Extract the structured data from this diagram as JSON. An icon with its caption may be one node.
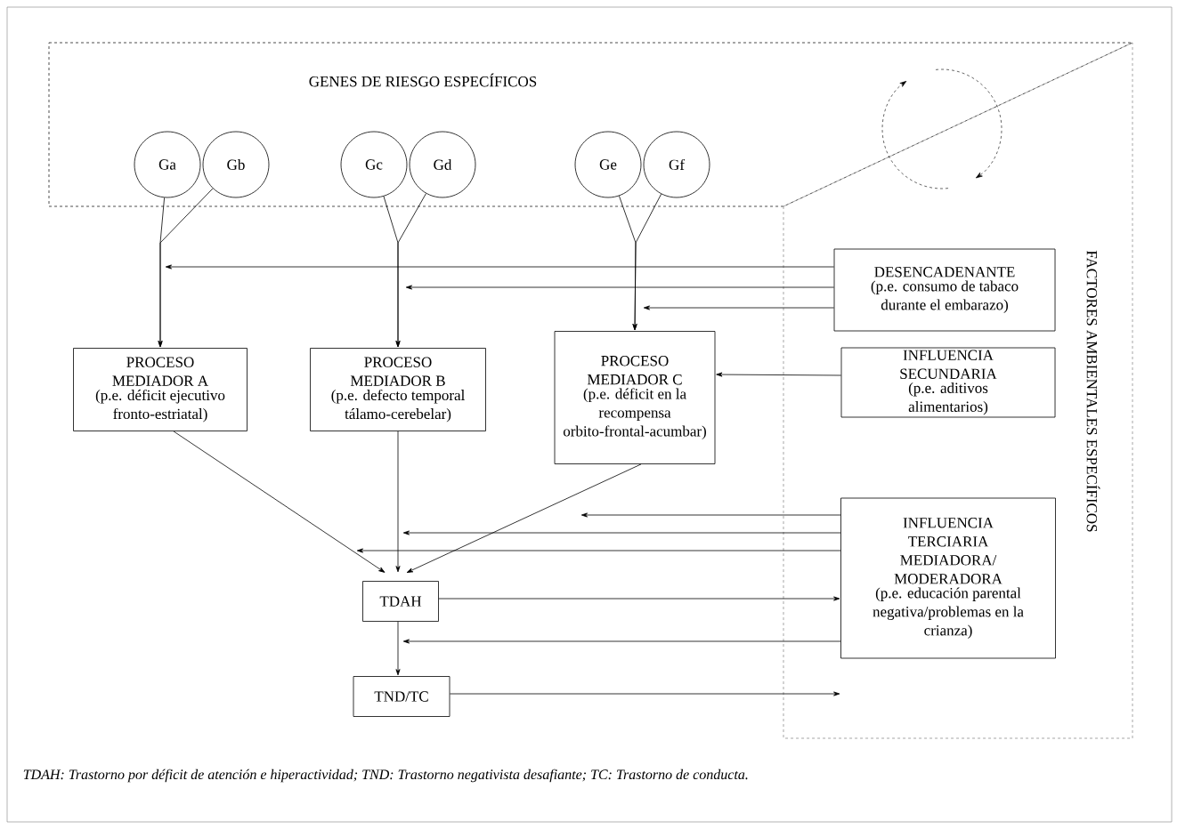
{
  "diagram": {
    "caption": "TDAH: Trastorno por déficit de atención e hiperactividad; TND: Trastorno negativista desafiante; TC: Trastorno de conducta.",
    "nodes": [
      {
        "text": [
          "GENES DE RIESGO ESPECÍFICOS"
        ]
      },
      {
        "text": [
          "Ga"
        ],
        "in": 0
      },
      {
        "text": [
          "Gb"
        ],
        "in": 0
      },
      {
        "text": [
          "Gc"
        ],
        "in": 0
      },
      {
        "text": [
          "Gd"
        ],
        "in": 0
      },
      {
        "text": [
          "Ge"
        ],
        "in": 0
      },
      {
        "text": [
          "Gf"
        ],
        "in": 0
      },
      {
        "text": [
          "FACTORES AMBIENTALES ESPECÍFICOS"
        ]
      },
      {
        "text": [
          "DESENCADENANTE",
          "(p.e. consumo de tabaco durante el embarazo)"
        ],
        "in": 7
      },
      {
        "text": [
          "PROCESO MEDIADOR A",
          "(p.e. déficit ejecutivo fronto-estriatal)"
        ]
      },
      {
        "text": [
          "PROCESO MEDIADOR B",
          "(p.e. defecto temporal tálamo-cerebelar)"
        ]
      },
      {
        "text": [
          "PROCESO MEDIADOR C",
          "(p.e. déficit en la recompensa orbito-frontal-acumbar)"
        ]
      },
      {
        "text": [
          "INFLUENCIA SECUNDARIA",
          "(p.e. aditivos alimentarios)"
        ],
        "in": 7
      },
      {
        "text": [
          "TDAH"
        ]
      },
      {
        "text": [
          "INFLUENCIA TERCIARIA MEDIADORA/MODERADORA",
          "(p.e. educación parental negativa/problemas en la crianza)"
        ],
        "in": 7
      },
      {
        "text": [
          "TND/TC"
        ]
      }
    ],
    "edges": [
      {
        "from": 1,
        "to": 9,
        "arrow": "to"
      },
      {
        "from": 2,
        "to": 9,
        "arrow": "to"
      },
      {
        "from": 3,
        "to": 10,
        "arrow": "to"
      },
      {
        "from": 4,
        "to": 10,
        "arrow": "to"
      },
      {
        "from": 5,
        "to": 11,
        "arrow": "to"
      },
      {
        "from": 6,
        "to": 11,
        "arrow": "to"
      },
      {
        "from": 8,
        "to": null,
        "arrow": "to"
      },
      {
        "from": 8,
        "to": 10,
        "arrow": "to"
      },
      {
        "from": 8,
        "to": 11,
        "arrow": "to"
      },
      {
        "from": 12,
        "to": 11,
        "arrow": "to"
      },
      {
        "from": 9,
        "to": 13,
        "arrow": "to"
      },
      {
        "from": 10,
        "to": 13,
        "arrow": "to"
      },
      {
        "from": 11,
        "to": 13,
        "arrow": "to"
      },
      {
        "from": 14,
        "to": null,
        "arrow": "to"
      },
      {
        "from": 14,
        "to": null,
        "arrow": "to"
      },
      {
        "from": 14,
        "to": null,
        "arrow": "to"
      },
      {
        "from": 13,
        "to": 14,
        "arrow": "to"
      },
      {
        "from": 14,
        "to": null,
        "arrow": "to"
      },
      {
        "from": 13,
        "to": 15,
        "arrow": "to"
      },
      {
        "from": 15,
        "to": 14,
        "arrow": "to"
      }
    ]
  }
}
